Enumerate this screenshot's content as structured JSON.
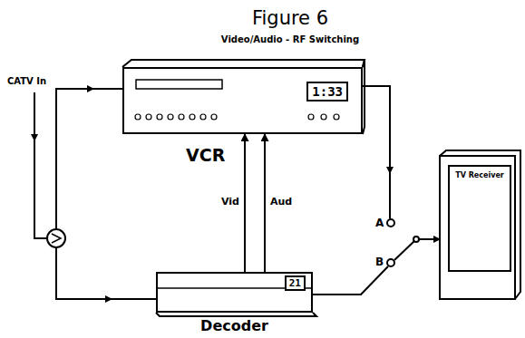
{
  "diagram": {
    "title": "Figure 6",
    "caption": "Video/Audio - RF Switching",
    "nodes": [
      {
        "text": [
          "1:33",
          "VCR"
        ]
      },
      {
        "text": [
          "21",
          "Decoder"
        ]
      },
      {
        "text": [
          "TV Receiver"
        ]
      }
    ],
    "edges": [
      {
        "from": 1,
        "to": 0,
        "arrow": "to",
        "label": "Vid"
      },
      {
        "from": 1,
        "to": 0,
        "arrow": "to",
        "label": "Aud"
      }
    ],
    "labels": [
      "CATV In",
      "A",
      "B"
    ]
  }
}
